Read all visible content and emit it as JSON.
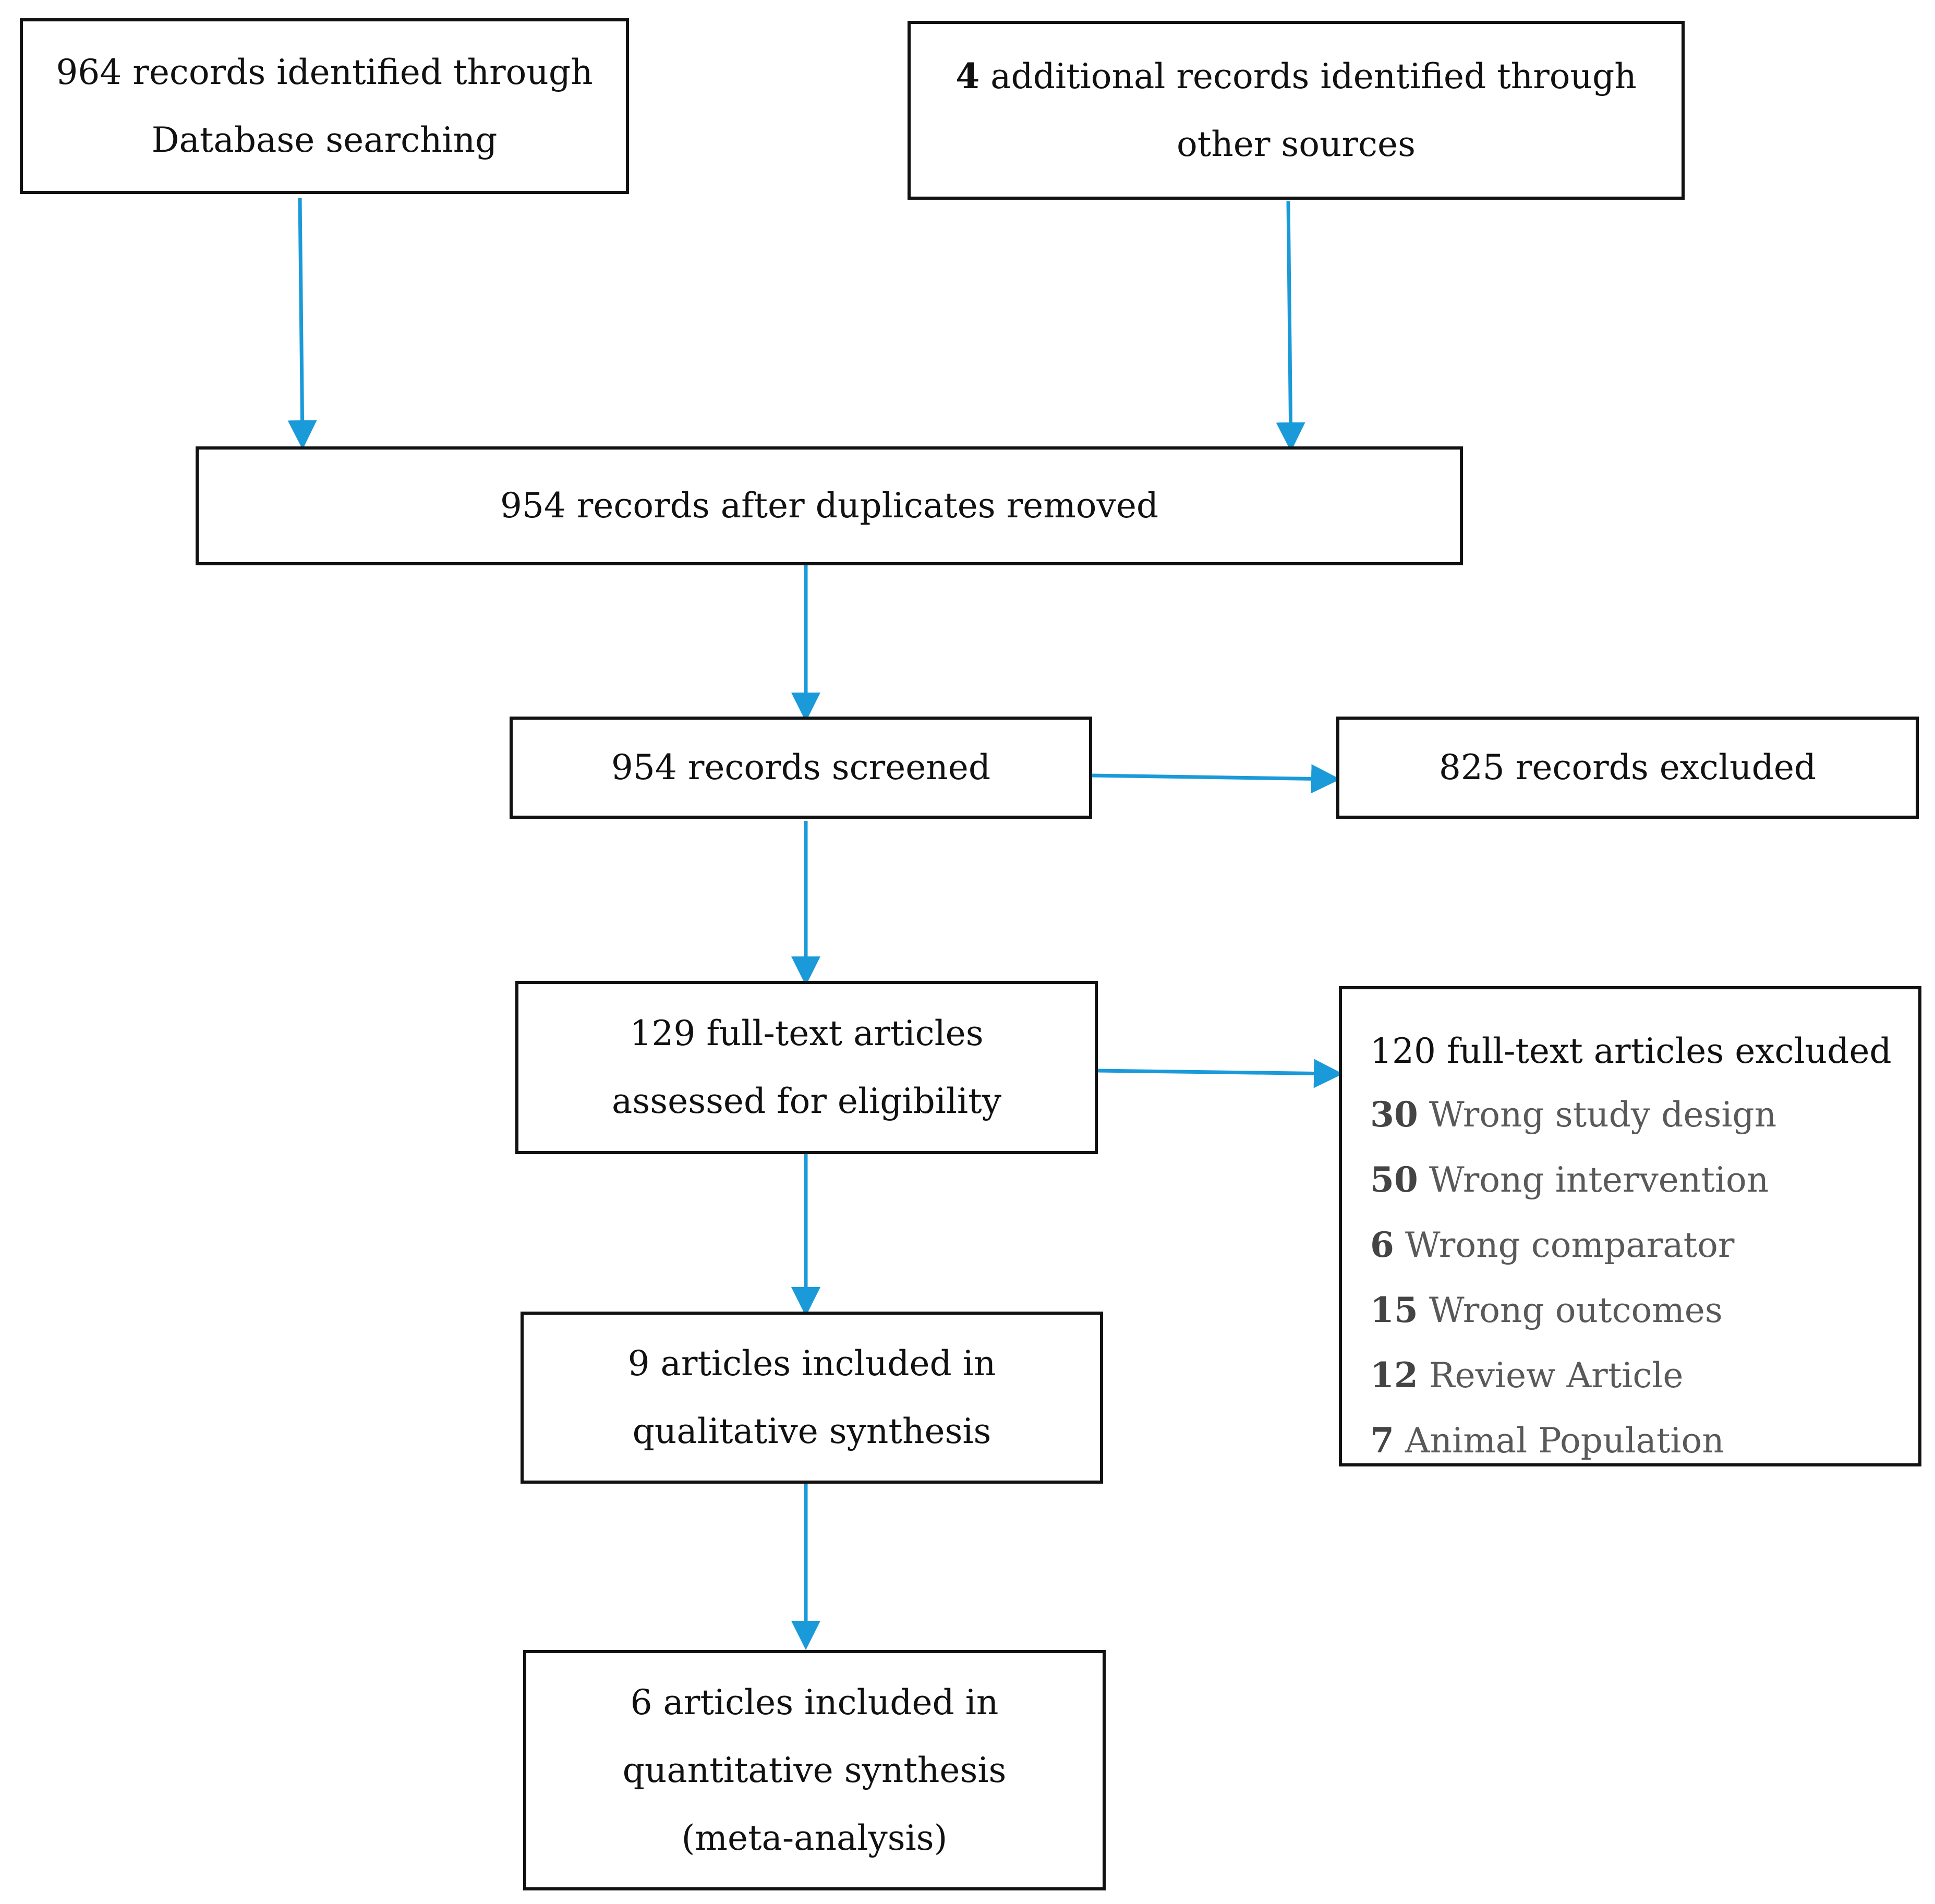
{
  "flow": {
    "identification_db": {
      "line1": "964 records identified through",
      "line2": "Database searching"
    },
    "identification_other": {
      "count": "4",
      "line1_rest": " additional records identified through",
      "line2": "other sources"
    },
    "after_duplicates": "954 records after duplicates removed",
    "screened": "954 records screened",
    "screened_excluded": "825 records excluded",
    "fulltext": {
      "line1": "129 full-text articles",
      "line2": "assessed for eligibility"
    },
    "fulltext_excluded": {
      "header": "120 full-text articles excluded",
      "reasons": [
        {
          "count": "30",
          "label": " Wrong study design"
        },
        {
          "count": "50",
          "label": " Wrong intervention"
        },
        {
          "count": "6",
          "label": " Wrong comparator"
        },
        {
          "count": "15",
          "label": " Wrong outcomes"
        },
        {
          "count": "12",
          "label": " Review Article"
        },
        {
          "count": "7",
          "label": " Animal Population"
        }
      ]
    },
    "qualitative": {
      "line1": "9 articles included in",
      "line2": "qualitative synthesis"
    },
    "quantitative": {
      "line1": "6 articles included in",
      "line2": "quantitative synthesis",
      "line3": "(meta-analysis)"
    }
  },
  "colors": {
    "arrow": "#1a9ad9",
    "border": "#111111",
    "reason_text": "#595959"
  }
}
